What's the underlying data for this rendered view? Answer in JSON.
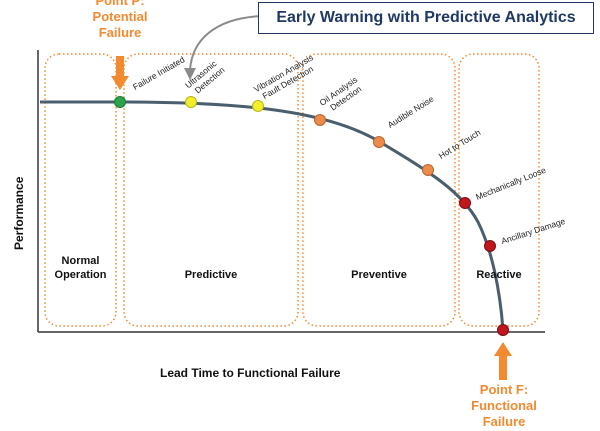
{
  "title": "Early Warning with Predictive Analytics",
  "point_p": {
    "line1": "Point P:",
    "line2": "Potential",
    "line3": "Failure"
  },
  "point_f": {
    "line1": "Point F:",
    "line2": "Functional",
    "line3": "Failure"
  },
  "phases": {
    "normal": {
      "line1": "Normal",
      "line2": "Operation"
    },
    "predictive": "Predictive",
    "preventive": "Preventive",
    "reactive": "Reactive"
  },
  "axes": {
    "x_label": "Lead Time to Functional Failure",
    "y_label": "Performance"
  },
  "curve_labels": {
    "failure_initiated": "Failure Initiated",
    "ultrasonic_1": "Ultrasonic",
    "ultrasonic_2": "Detection",
    "vibration_1": "Vibration Analysis",
    "vibration_2": "Fault Detection",
    "oil_1": "Oil Analysis",
    "oil_2": "Detection",
    "audible": "Audible Noise",
    "hot": "Hot to Touch",
    "mechanical": "Mechanically Loose",
    "ancillary": "Ancillary Damage"
  },
  "colors": {
    "title_border": "#1f3864",
    "orange": "#f28a30",
    "curve": "#4a5e6e",
    "green": "#2aa54a",
    "yellow": "#f2ef2a",
    "orange_dot": "#ec8a4a",
    "red": "#c0161c",
    "arrow_gray": "#8a8a8a"
  }
}
